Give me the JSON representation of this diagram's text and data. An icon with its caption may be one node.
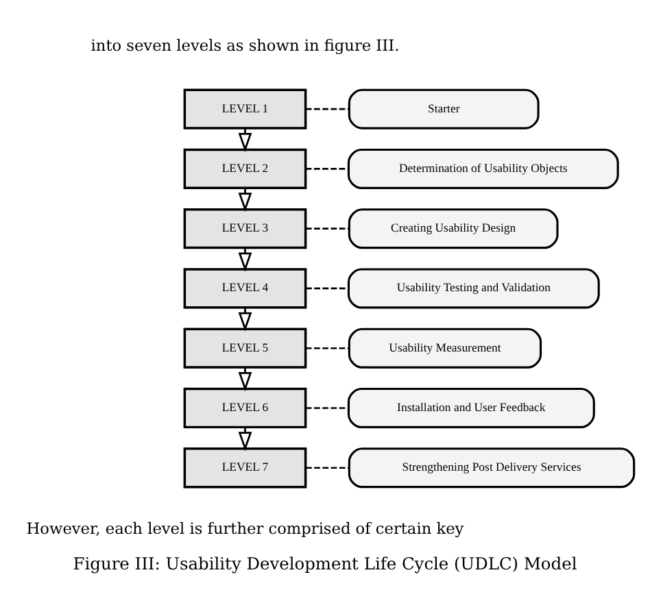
{
  "diagram": {
    "caption": "Figure III: Usability Development Life Cycle (UDLC) Model",
    "nodes": [
      {
        "text": [
          "LEVEL 1"
        ]
      },
      {
        "text": [
          "Starter"
        ]
      },
      {
        "text": [
          "LEVEL 2"
        ]
      },
      {
        "text": [
          "Determination of Usability Objects"
        ]
      },
      {
        "text": [
          "LEVEL 3"
        ]
      },
      {
        "text": [
          "Creating Usability Design"
        ]
      },
      {
        "text": [
          "LEVEL 4"
        ]
      },
      {
        "text": [
          "Usability Testing and Validation"
        ]
      },
      {
        "text": [
          "LEVEL 5"
        ]
      },
      {
        "text": [
          "Usability Measurement"
        ]
      },
      {
        "text": [
          "LEVEL 6"
        ]
      },
      {
        "text": [
          "Installation and User Feedback"
        ]
      },
      {
        "text": [
          "LEVEL 7"
        ]
      },
      {
        "text": [
          "Strengthening Post Delivery Services"
        ]
      }
    ],
    "edges": [
      {
        "from": 0,
        "to": 1,
        "arrow": "none",
        "style": "dashed"
      },
      {
        "from": 0,
        "to": 2,
        "arrow": "to"
      },
      {
        "from": 2,
        "to": 3,
        "arrow": "none",
        "style": "dashed"
      },
      {
        "from": 2,
        "to": 4,
        "arrow": "to"
      },
      {
        "from": 4,
        "to": 5,
        "arrow": "none",
        "style": "dashed"
      },
      {
        "from": 4,
        "to": 6,
        "arrow": "to"
      },
      {
        "from": 6,
        "to": 7,
        "arrow": "none",
        "style": "dashed"
      },
      {
        "from": 6,
        "to": 8,
        "arrow": "to"
      },
      {
        "from": 8,
        "to": 9,
        "arrow": "none",
        "style": "dashed"
      },
      {
        "from": 8,
        "to": 10,
        "arrow": "to"
      },
      {
        "from": 10,
        "to": 11,
        "arrow": "none",
        "style": "dashed"
      },
      {
        "from": 10,
        "to": 12,
        "arrow": "to"
      },
      {
        "from": 12,
        "to": 13,
        "arrow": "none",
        "style": "dashed"
      }
    ],
    "labels": [
      "into seven levels as shown in figure III.",
      "However, each level is further comprised of certain key"
    ]
  }
}
